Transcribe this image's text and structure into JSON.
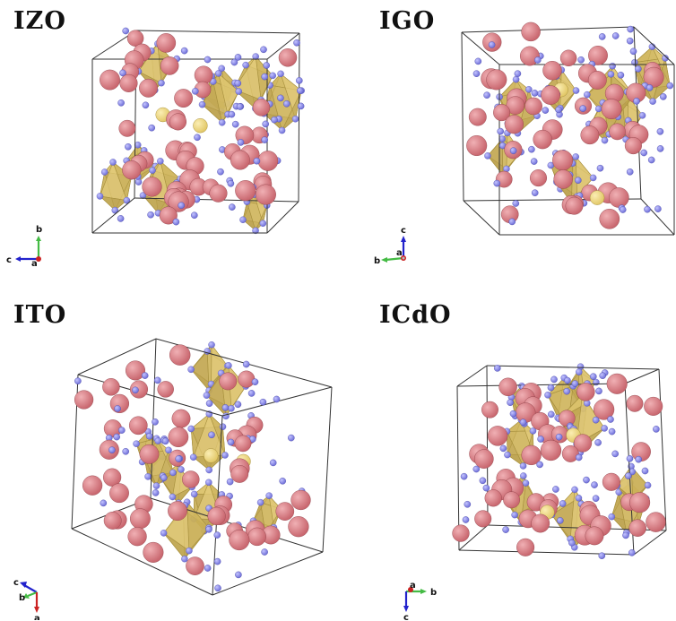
{
  "panels": [
    {
      "id": "izo",
      "label": "IZO",
      "axes": {
        "horizontal": "c",
        "vertical": "b",
        "center": "a"
      }
    },
    {
      "id": "igo",
      "label": "IGO",
      "axes": {
        "horizontal": "b",
        "vertical": "c",
        "center": "a"
      }
    },
    {
      "id": "ito",
      "label": "ITO",
      "axes": {
        "horizontal": "c",
        "vertical": "a",
        "center": "b"
      }
    },
    {
      "id": "icdo",
      "label": "ICdO",
      "axes": {
        "horizontal": "b",
        "vertical": "c",
        "center": "a"
      }
    }
  ],
  "colors": {
    "indium_atom": "#c9676f",
    "oxygen_atom": "#6f6fd8",
    "dopant_atom": "#e2c868",
    "polyhedron": "#d7bd63",
    "cell_edge": "#333333",
    "axis_red": "#cc2222",
    "axis_green": "#44bb44",
    "axis_blue": "#2222cc"
  },
  "legend_semantics": [
    "pink-sphere: indium",
    "blue-sphere: oxygen",
    "gold-polyhedron: dopant coordination"
  ]
}
